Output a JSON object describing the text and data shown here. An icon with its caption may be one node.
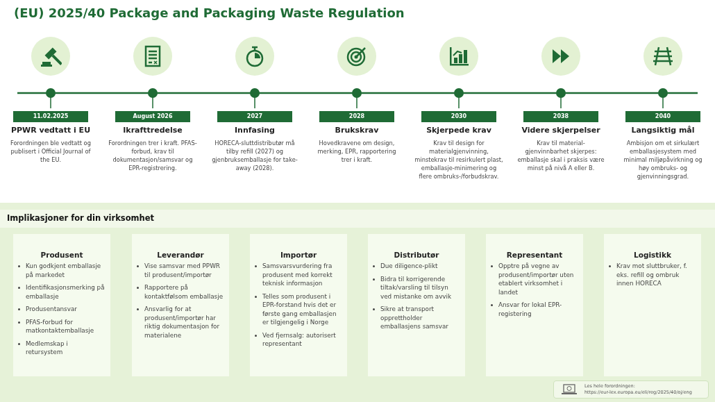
{
  "diagram": {
    "title": "(EU) 2025/40 Package and Packaging Waste Regulation",
    "nodes": [
      {
        "text": [
          "11.02.2025",
          "PPWR vedtatt i EU",
          "Forordningen ble vedtatt og publisert i Official Journal of the EU."
        ]
      },
      {
        "text": [
          "August 2026",
          "Ikrafttredelse",
          "Forordningen trer i kraft. PFAS-forbud, krav til dokumentasjon/samsvar og EPR-registrering."
        ]
      },
      {
        "text": [
          "2027",
          "Innfasing",
          "HORECA-sluttdistributør må tilby refill (2027) og gjenbruksemballasje for take-away (2028)."
        ]
      },
      {
        "text": [
          "2028",
          "Brukskrav",
          "Hovedkravene om design, merking, EPR, rapportering trer i kraft."
        ]
      },
      {
        "text": [
          "2030",
          "Skjerpede krav",
          "Krav til design for materialgjenvinning, minstekrav til resirkulert plast, emballasje-minimering og flere ombruks-/forbudskrav."
        ]
      },
      {
        "text": [
          "2038",
          "Videre skjerpelser",
          "Krav til material-gjenvinnbarhet skjerpes: emballasje skal i praksis være minst på nivå A eller B."
        ]
      },
      {
        "text": [
          "2040",
          "Langsiktig mål",
          "Ambisjon om et sirkulært emballasjesystem med minimal miljøpåvirkning og høy ombruks- og gjenvinningsgrad."
        ]
      },
      {
        "text": [
          "Implikasjoner for din virksomhet"
        ]
      },
      {
        "text": [
          "Produsent",
          "Kun godkjent emballasje på markedet",
          "Identifikasjonsmerking på emballasje",
          "Produsentansvar",
          "PFAS-forbud for matkontaktemballasje",
          "Medlemskap i retursystem"
        ],
        "in": 7
      },
      {
        "text": [
          "Leverandør",
          "Vise samsvar med PPWR til produsent/importør",
          "Rapportere på kontaktfølsom emballasje",
          "Ansvarlig for at produsent/importør har riktig dokumentasjon for materialene"
        ],
        "in": 7
      },
      {
        "text": [
          "Importør",
          "Samsvarsvurdering fra produsent med korrekt teknisk informasjon",
          "Telles som produsent i EPR-forstand hvis det er første gang emballasjen er tilgjengelig i Norge",
          "Ved fjernsalg: autorisert representant"
        ],
        "in": 7
      },
      {
        "text": [
          "Distributør",
          "Due diligence-plikt",
          "Bidra til korrigerende tiltak/varsling til tilsyn ved mistanke om avvik",
          "Sikre at transport opprettholder emballasjens samsvar"
        ],
        "in": 7
      },
      {
        "text": [
          "Representant",
          "Opptre på vegne av produsent/importør uten etablert virksomhet i landet",
          "Ansvar for lokal EPR-registering"
        ],
        "in": 7
      },
      {
        "text": [
          "Logistikk",
          "Krav mot sluttbruker, f. eks. refill og ombruk innen HORECA"
        ],
        "in": 7
      },
      {
        "text": [
          "Les hele forordningen:",
          "https://eur-lex.europa.eu/eli/reg/2025/40/oj/eng"
        ],
        "in": 7
      }
    ]
  }
}
